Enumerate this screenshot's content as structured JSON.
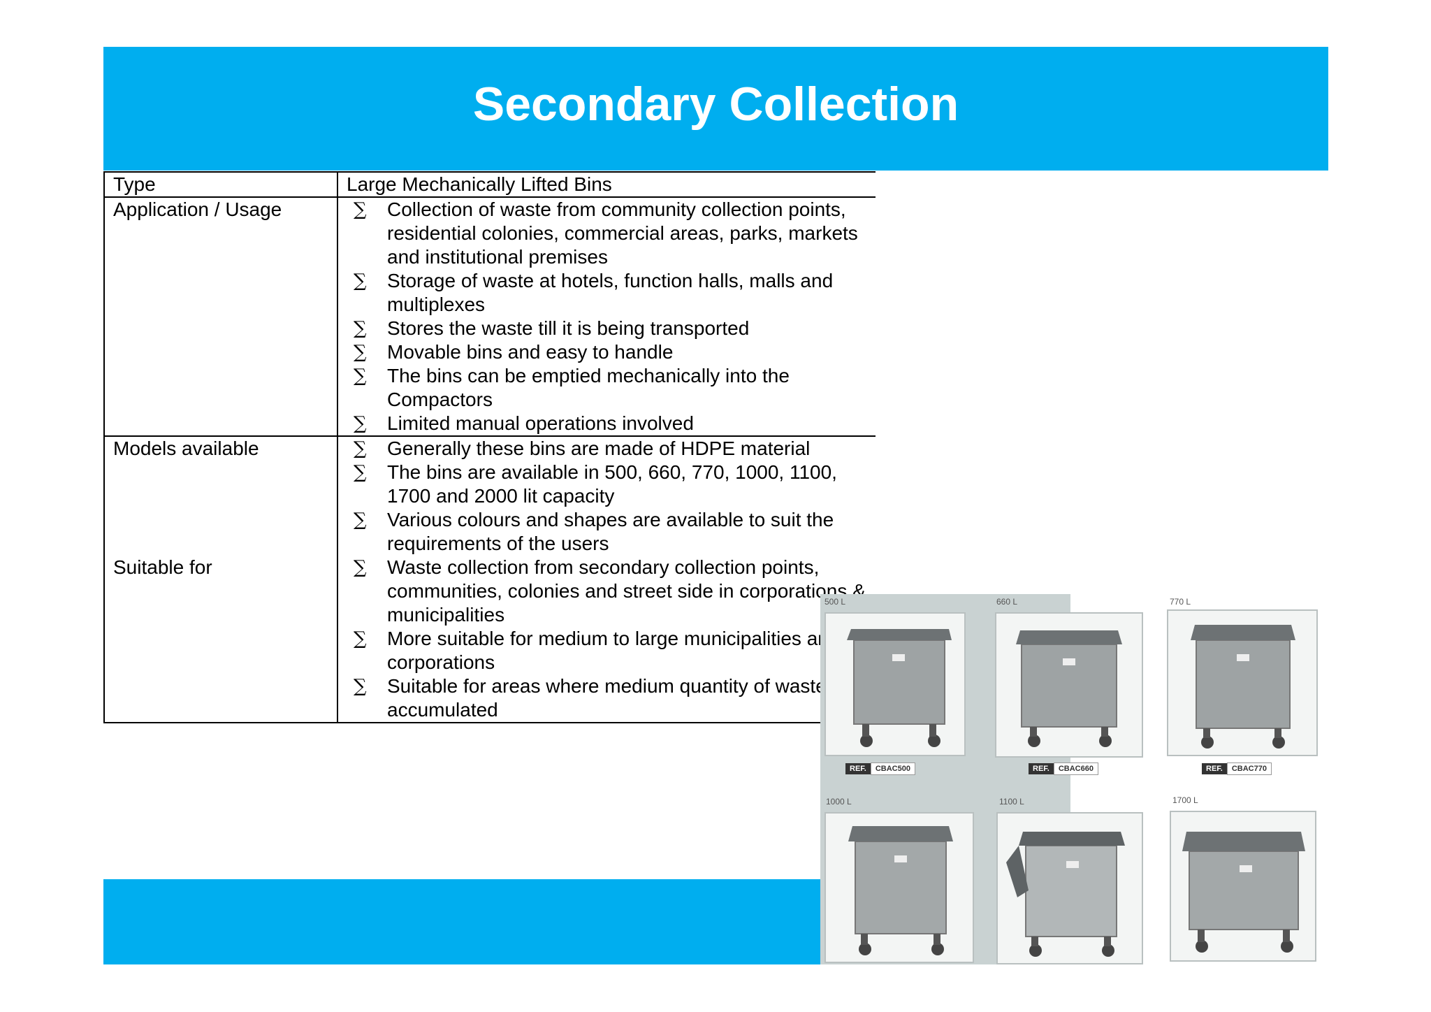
{
  "header": {
    "title": "Secondary Collection",
    "band_color": "#00aeef"
  },
  "table": {
    "type_label": "Type",
    "type_value": "Large Mechanically Lifted Bins",
    "bullet_symbol": "∑",
    "rows": [
      {
        "label": "Application / Usage",
        "items": [
          "Collection of waste from community collection points, residential colonies, commercial areas, parks, markets and institutional premises",
          "Storage of waste at hotels, function halls, malls and multiplexes",
          "Stores the waste till it is being transported",
          "Movable bins and easy to handle",
          "The bins can be emptied mechanically into the Compactors",
          "Limited manual operations involved"
        ]
      },
      {
        "label": "Models available",
        "items": [
          "Generally these bins are made of HDPE material",
          "The bins are available in 500, 660, 770, 1000, 1100, 1700 and 2000 lit capacity",
          "Various colours and shapes are available to suit the requirements of the users"
        ]
      },
      {
        "label": "Suitable for",
        "items": [
          "Waste collection from secondary collection points, communities, colonies and street side in corporations & municipalities",
          "More suitable for medium to large municipalities and corporations",
          "Suitable for areas where medium quantity of waste is accumulated"
        ]
      }
    ]
  },
  "photo": {
    "bins": [
      {
        "capacity": "500 L",
        "ref_key": "REF.",
        "ref": "CBAC500"
      },
      {
        "capacity": "660 L",
        "ref_key": "REF.",
        "ref": "CBAC660"
      },
      {
        "capacity": "770 L",
        "ref_key": "REF.",
        "ref": "CBAC770"
      },
      {
        "capacity": "1000 L"
      },
      {
        "capacity": "1100 L"
      },
      {
        "capacity": "1700 L"
      }
    ]
  }
}
